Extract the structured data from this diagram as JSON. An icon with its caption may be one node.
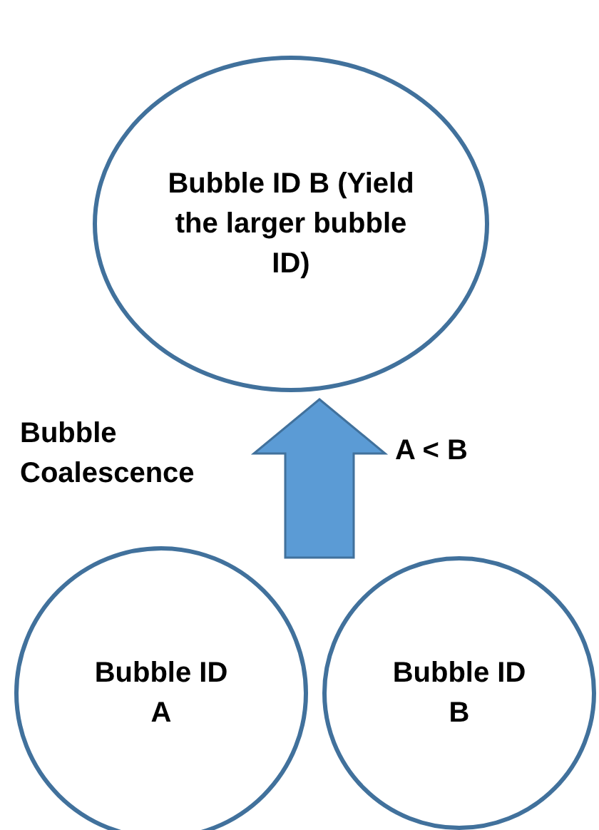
{
  "diagram": {
    "nodes": [
      {
        "text": [
          "Bubble ID B (Yield the larger bubble ID)"
        ]
      },
      {
        "text": [
          "Bubble ID A"
        ]
      },
      {
        "text": [
          "Bubble ID B"
        ]
      }
    ],
    "edges": [
      {
        "from": 1,
        "to": 0,
        "arrow": "to"
      },
      {
        "from": 2,
        "to": 0,
        "arrow": "to"
      }
    ],
    "labels": [
      "Bubble Coalescence",
      "A < B"
    ]
  }
}
